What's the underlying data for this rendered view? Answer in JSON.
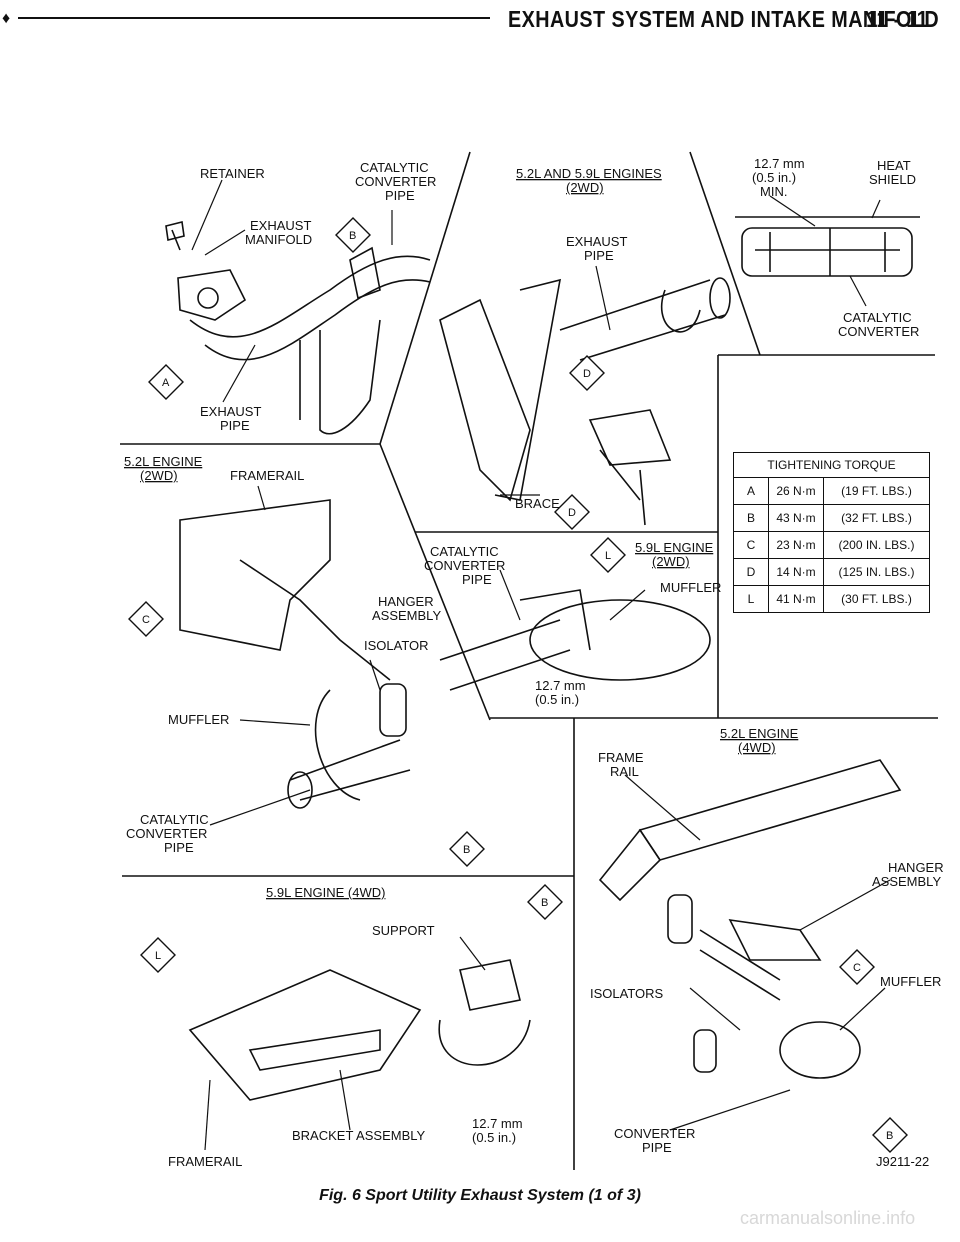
{
  "header": {
    "marker": "♦",
    "title": "EXHAUST SYSTEM AND INTAKE MANIFOLD",
    "page": "11 - 11"
  },
  "panels": {
    "top_left": {
      "labels": [
        "RETAINER",
        "CATALYTIC",
        "CONVERTER",
        "PIPE",
        "EXHAUST",
        "MANIFOLD",
        "EXHAUST",
        "PIPE"
      ],
      "callouts": [
        "B",
        "A"
      ]
    },
    "top_center": {
      "title": "5.2L AND 5.9L ENGINES",
      "subtitle": "(2WD)",
      "labels": [
        "EXHAUST",
        "PIPE",
        "BRACE"
      ],
      "callouts": [
        "D",
        "D"
      ]
    },
    "top_right": {
      "labels": [
        "12.7 mm",
        "(0.5 in.)",
        "MIN.",
        "HEAT",
        "SHIELD",
        "CATALYTIC",
        "CONVERTER"
      ]
    },
    "mid_left": {
      "title": "5.2L ENGINE",
      "subtitle": "(2WD)",
      "labels": [
        "FRAMERAIL",
        "HANGER",
        "ASSEMBLY",
        "ISOLATOR",
        "MUFFLER",
        "CATALYTIC",
        "CONVERTER",
        "PIPE"
      ],
      "callouts": [
        "C",
        "B"
      ]
    },
    "mid_center": {
      "title": "5.9L ENGINE",
      "subtitle": "(2WD)",
      "labels": [
        "CATALYTIC",
        "CONVERTER",
        "PIPE",
        "MUFFLER",
        "12.7 mm",
        "(0.5 in.)"
      ],
      "callouts": [
        "L"
      ]
    },
    "bottom_left": {
      "title": "5.9L ENGINE (4WD)",
      "labels": [
        "SUPPORT",
        "FRAMERAIL",
        "BRACKET ASSEMBLY",
        "12.7 mm",
        "(0.5 in.)"
      ],
      "callouts": [
        "L",
        "B"
      ]
    },
    "bottom_right": {
      "title": "5.2L ENGINE",
      "subtitle": "(4WD)",
      "labels": [
        "FRAME",
        "RAIL",
        "HANGER",
        "ASSEMBLY",
        "ISOLATORS",
        "MUFFLER",
        "CONVERTER",
        "PIPE"
      ],
      "callouts": [
        "C",
        "B"
      ],
      "figure_id": "J9211-22"
    }
  },
  "torque_table": {
    "title": "TIGHTENING TORQUE",
    "rows": [
      {
        "key": "A",
        "metric": "26 N·m",
        "imperial": "(19 FT. LBS.)"
      },
      {
        "key": "B",
        "metric": "43 N·m",
        "imperial": "(32 FT. LBS.)"
      },
      {
        "key": "C",
        "metric": "23 N·m",
        "imperial": "(200 IN. LBS.)"
      },
      {
        "key": "D",
        "metric": "14 N·m",
        "imperial": "(125 IN. LBS.)"
      },
      {
        "key": "L",
        "metric": "41 N·m",
        "imperial": "(30 FT. LBS.)"
      }
    ]
  },
  "caption": "Fig. 6 Sport Utility Exhaust System (1 of 3)",
  "footer": "carmanualsonline.info"
}
